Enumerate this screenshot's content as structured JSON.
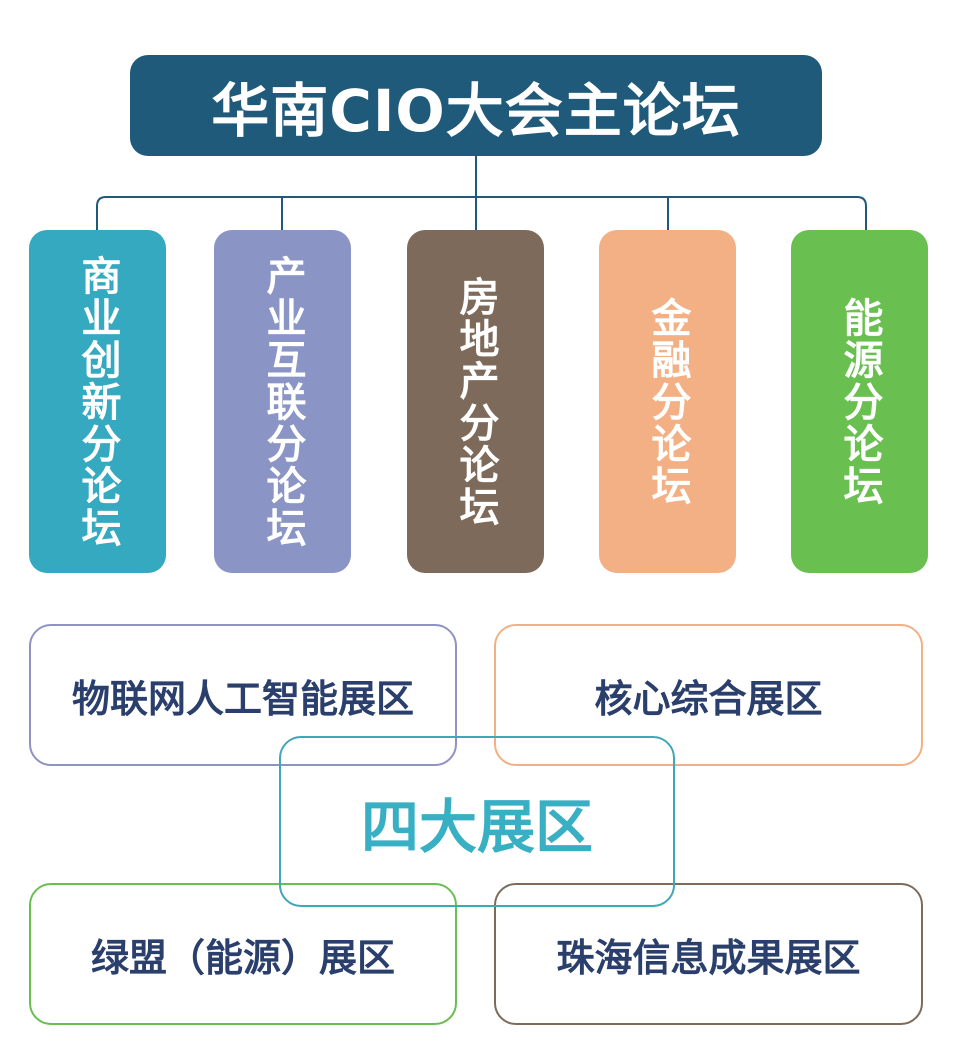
{
  "main_forum": {
    "title": "华南CIO大会主论坛",
    "color": "#1f5a7a"
  },
  "sub_forums": [
    {
      "label": "商业创新分论坛",
      "color": "#34a9bf"
    },
    {
      "label": "产业互联分论坛",
      "color": "#8a95c6"
    },
    {
      "label": "房地产分论坛",
      "color": "#7d6a5a"
    },
    {
      "label": "金融分论坛",
      "color": "#f2b084"
    },
    {
      "label": "能源分论坛",
      "color": "#6abf51"
    }
  ],
  "zones": {
    "title": "四大展区",
    "items": [
      {
        "label": "物联网人工智能展区",
        "border_color": "#8f93c4"
      },
      {
        "label": "核心综合展区",
        "border_color": "#f2b084"
      },
      {
        "label": "绿盟（能源）展区",
        "border_color": "#6abf51"
      },
      {
        "label": "珠海信息成果展区",
        "border_color": "#7d6a5a"
      }
    ]
  }
}
